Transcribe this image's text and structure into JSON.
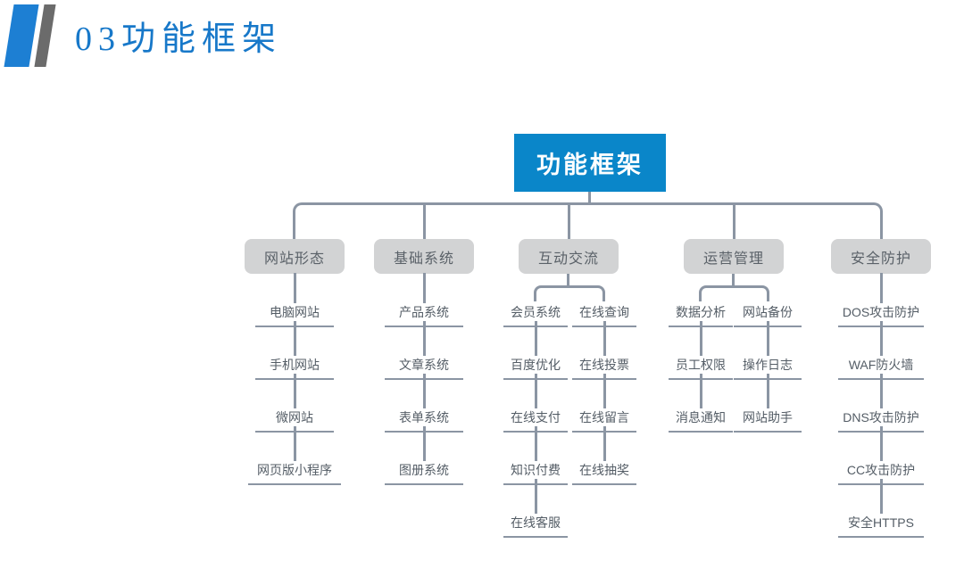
{
  "header": {
    "title": "03功能框架"
  },
  "tree": {
    "root": "功能框架",
    "branches": [
      {
        "label": "网站形态",
        "items": [
          "电脑网站",
          "手机网站",
          "微网站",
          "网页版小程序"
        ]
      },
      {
        "label": "基础系统",
        "items": [
          "产品系统",
          "文章系统",
          "表单系统",
          "图册系统"
        ]
      },
      {
        "label": "互动交流",
        "columns": [
          [
            "会员系统",
            "百度优化",
            "在线支付",
            "知识付费",
            "在线客服"
          ],
          [
            "在线查询",
            "在线投票",
            "在线留言",
            "在线抽奖"
          ]
        ]
      },
      {
        "label": "运营管理",
        "columns": [
          [
            "数据分析",
            "员工权限",
            "消息通知"
          ],
          [
            "网站备份",
            "操作日志",
            "网站助手"
          ]
        ]
      },
      {
        "label": "安全防护",
        "items": [
          "DOS攻击防护",
          "WAF防火墙",
          "DNS攻击防护",
          "CC攻击防护",
          "安全HTTPS"
        ]
      }
    ]
  },
  "colors": {
    "title_blue": "#1778c9",
    "root_blue": "#0a86c9",
    "branch_gray": "#d2d3d4",
    "connector_line": "#8b95a3",
    "accent_parallelogram_blue": "#1d7fd3",
    "accent_parallelogram_gray": "#6b6b6b"
  }
}
